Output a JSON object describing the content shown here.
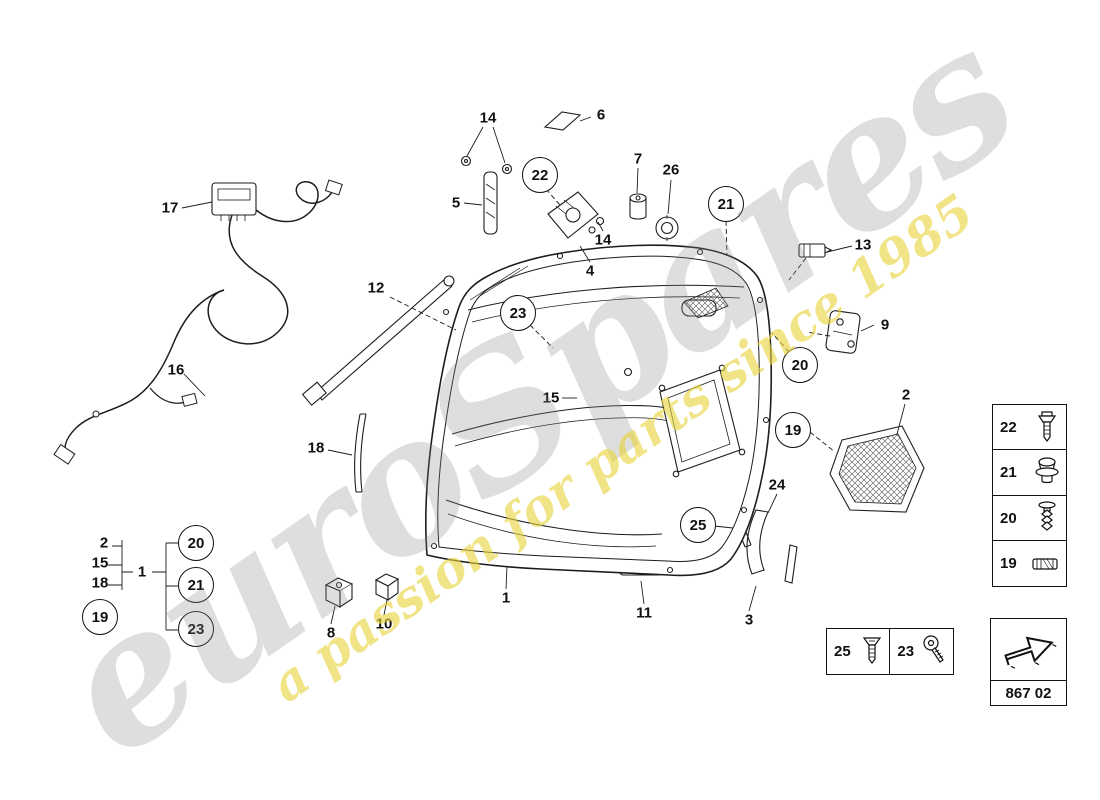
{
  "watermark": {
    "brand": "euroSpares",
    "tagline": "a passion for parts since 1985"
  },
  "page_code": "867 02",
  "labels": [
    {
      "text": "17"
    },
    {
      "text": "16"
    },
    {
      "text": "12"
    },
    {
      "text": "5"
    },
    {
      "text": "14"
    },
    {
      "text": "6"
    },
    {
      "text": "7"
    },
    {
      "text": "26"
    },
    {
      "text": "14"
    },
    {
      "text": "4"
    },
    {
      "text": "13"
    },
    {
      "text": "9"
    },
    {
      "text": "15"
    },
    {
      "text": "2"
    },
    {
      "text": "18"
    },
    {
      "text": "24"
    },
    {
      "text": "1"
    },
    {
      "text": "11"
    },
    {
      "text": "8"
    },
    {
      "text": "10"
    },
    {
      "text": "3"
    },
    {
      "text": "2"
    },
    {
      "text": "15"
    },
    {
      "text": "18"
    },
    {
      "text": "1"
    }
  ],
  "callouts": [
    {
      "text": "22"
    },
    {
      "text": "21"
    },
    {
      "text": "23"
    },
    {
      "text": "20"
    },
    {
      "text": "19"
    },
    {
      "text": "25"
    },
    {
      "text": "20"
    },
    {
      "text": "21"
    },
    {
      "text": "23"
    },
    {
      "text": "19"
    }
  ],
  "legend": {
    "right": [
      {
        "label": "22",
        "icon": "torx-screw"
      },
      {
        "label": "21",
        "icon": "push-grommet"
      },
      {
        "label": "20",
        "icon": "expanding-rivet"
      },
      {
        "label": "19",
        "icon": "retaining-clip"
      }
    ],
    "bottom": [
      {
        "label": "25",
        "icon": "countersunk-screw"
      },
      {
        "label": "23",
        "icon": "pan-head-screw"
      }
    ]
  }
}
